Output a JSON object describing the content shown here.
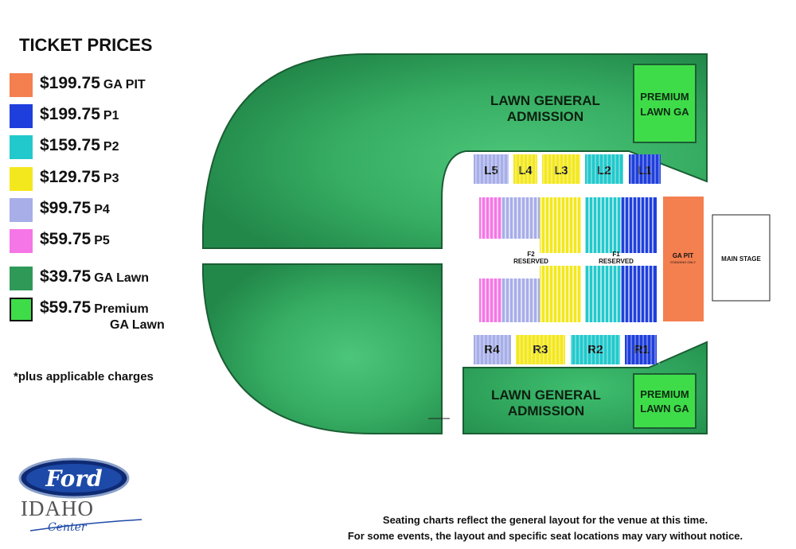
{
  "legend": {
    "title": "TICKET PRICES",
    "items": [
      {
        "price": "$199.75",
        "tier": "GA PIT",
        "color": "#f47f4f"
      },
      {
        "price": "$199.75",
        "tier": "P1",
        "color": "#1f3fdc"
      },
      {
        "price": "$159.75",
        "tier": "P2",
        "color": "#22c9cc"
      },
      {
        "price": "$129.75",
        "tier": "P3",
        "color": "#f3e81e"
      },
      {
        "price": "$99.75",
        "tier": "P4",
        "color": "#a7aee8"
      },
      {
        "price": "$59.75",
        "tier": "P5",
        "color": "#f576e6"
      },
      {
        "price": "$39.75",
        "tier": "GA Lawn",
        "color": "#2f9a58"
      },
      {
        "price": "$59.75",
        "tier_line1": "Premium",
        "tier_line2": "GA Lawn",
        "color": "#3fdc4a"
      }
    ],
    "note": "*plus applicable charges"
  },
  "map": {
    "lawn_top_line1": "LAWN GENERAL",
    "lawn_top_line2": "ADMISSION",
    "lawn_bottom_line1": "LAWN GENERAL",
    "lawn_bottom_line2": "ADMISSION",
    "premium_top_line1": "PREMIUM",
    "premium_top_line2": "LAWN GA",
    "premium_bottom_line1": "PREMIUM",
    "premium_bottom_line2": "LAWN GA",
    "sections_left": [
      "L5",
      "L4",
      "L3",
      "L2",
      "L1"
    ],
    "sections_right": [
      "R4",
      "R3",
      "R2",
      "R1"
    ],
    "f2_line1": "F2",
    "f2_line2": "RESERVED",
    "f1_line1": "F1",
    "f1_line2": "RESERVED",
    "ga_pit": "GA PIT",
    "ga_pit_sub": "STANDING ONLY",
    "main_stage": "MAIN STAGE"
  },
  "logo": {
    "brand": "Ford",
    "venue": "IDAHO",
    "venue_sub": "Center"
  },
  "disclaimer": {
    "line1": "Seating charts reflect the general layout for the venue at this time.",
    "line2": "For some events, the layout and specific seat locations may vary without notice."
  }
}
